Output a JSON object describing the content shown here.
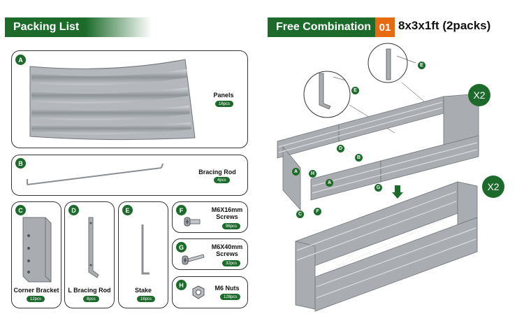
{
  "packing_list": {
    "title": "Packing List",
    "items": [
      {
        "letter": "A",
        "name": "Panels",
        "count": "16pcs"
      },
      {
        "letter": "B",
        "name": "Bracing Rod",
        "count": "4pcs"
      },
      {
        "letter": "C",
        "name": "Corner Bracket",
        "count": "12pcs"
      },
      {
        "letter": "D",
        "name": "L Bracing Rod",
        "count": "8pcs"
      },
      {
        "letter": "E",
        "name": "Stake",
        "count": "16pcs"
      },
      {
        "letter": "F",
        "name": "M6X16mm Screws",
        "count": "96pcs"
      },
      {
        "letter": "G",
        "name": "M6X40mm Screws",
        "count": "32pcs"
      },
      {
        "letter": "H",
        "name": "M6 Nuts",
        "count": "128pcs"
      }
    ]
  },
  "combination": {
    "title": "Free Combination",
    "number": "01",
    "size": "8x3x1ft (2packs)",
    "multiplier_top": "X2",
    "multiplier_bottom": "X2",
    "callouts": [
      "E",
      "E",
      "D",
      "B",
      "A",
      "H",
      "A",
      "G",
      "C",
      "F"
    ]
  },
  "colors": {
    "brand_green": "#1c6b2b",
    "accent_orange": "#e86a10",
    "metal": "#a9adb1"
  }
}
